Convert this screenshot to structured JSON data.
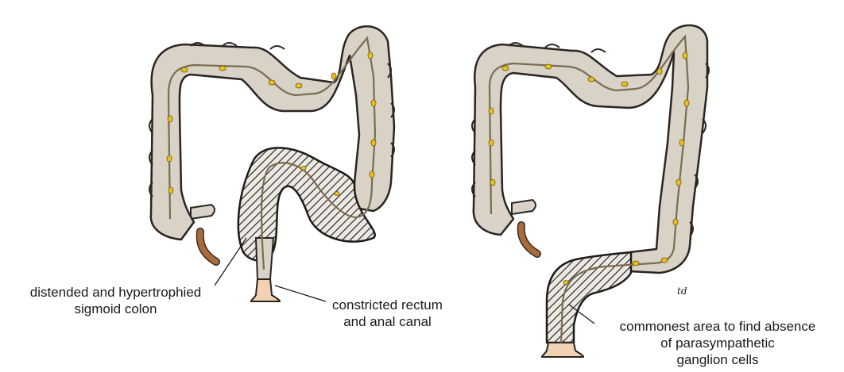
{
  "colors": {
    "colon_fill": "#d8d2c7",
    "colon_outline": "#2a2522",
    "nerve_strand": "#8a7a5c",
    "ganglion": "#e8c21a",
    "appendix": "#a86c3c",
    "anal_skin": "#f2d2b2",
    "hatch": "#1e1a18"
  },
  "labels": {
    "left_a": [
      "distended and hypertrophied",
      "sigmoid colon"
    ],
    "left_b": [
      "constricted rectum",
      "and anal canal"
    ],
    "right_a": [
      "commonest area to find absence",
      "of parasympathetic",
      "ganglion cells"
    ]
  },
  "signature": "td"
}
